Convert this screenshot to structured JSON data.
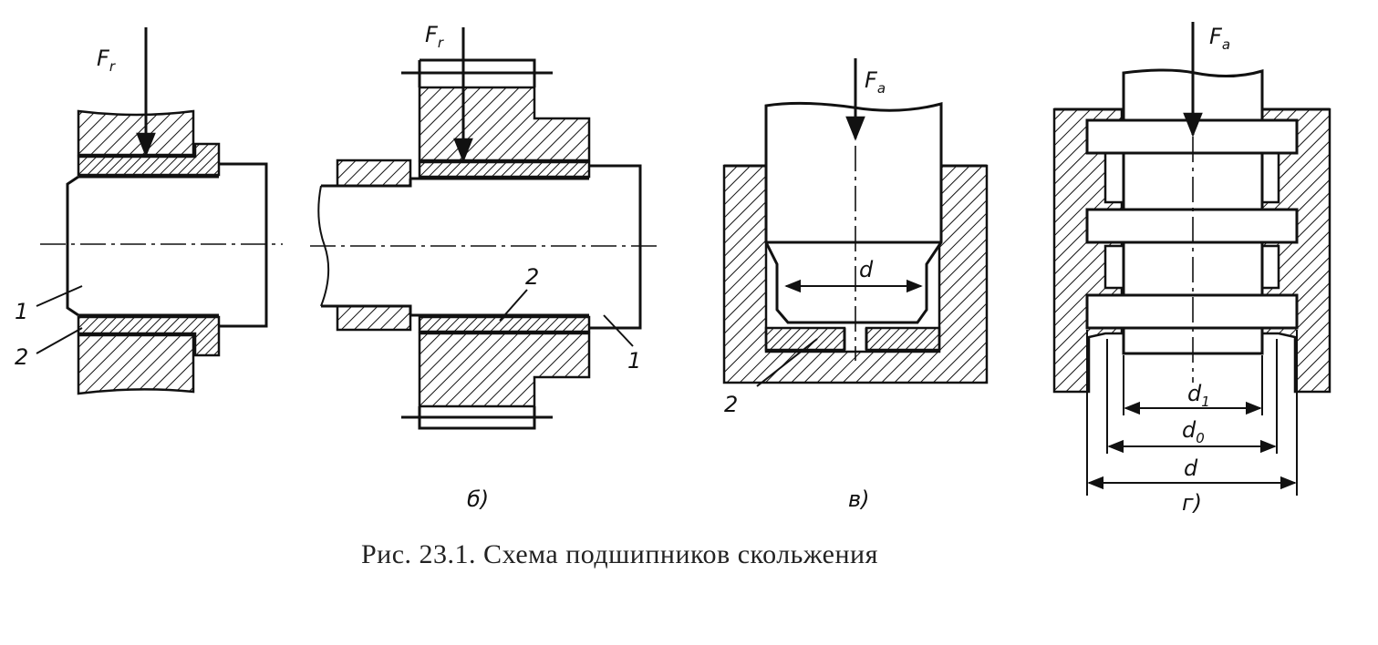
{
  "figure": {
    "caption": "Рис. 23.1. Схема подшипников скольжения",
    "panels": [
      {
        "id": "a",
        "label": "",
        "force": "F",
        "force_sub": "r",
        "callouts": [
          "1",
          "2"
        ]
      },
      {
        "id": "b",
        "label": "б)",
        "force": "F",
        "force_sub": "r",
        "callouts": [
          "2",
          "1"
        ]
      },
      {
        "id": "c",
        "label": "в)",
        "force": "F",
        "force_sub": "a",
        "callouts": [
          "d",
          "2"
        ]
      },
      {
        "id": "d",
        "label": "г)",
        "force": "F",
        "force_sub": "a",
        "dimensions": [
          {
            "sym": "d",
            "sub": "1"
          },
          {
            "sym": "d",
            "sub": "0"
          },
          {
            "sym": "d",
            "sub": ""
          }
        ]
      }
    ]
  }
}
